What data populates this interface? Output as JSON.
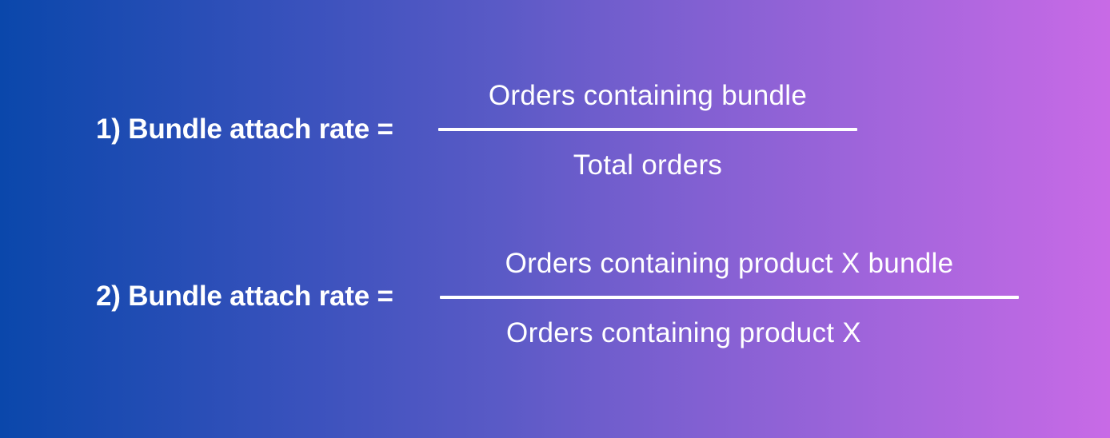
{
  "formulas": [
    {
      "label": "1) Bundle attach rate =",
      "numerator": "Orders containing bundle",
      "denominator": "Total orders"
    },
    {
      "label": "2) Bundle attach rate =",
      "numerator": "Orders containing product X bundle",
      "denominator": "Orders containing product X"
    }
  ],
  "colors": {
    "gradient_start": "#0a47ab",
    "gradient_mid": "#5a5ac6",
    "gradient_end": "#c86ae6",
    "text": "#ffffff"
  }
}
